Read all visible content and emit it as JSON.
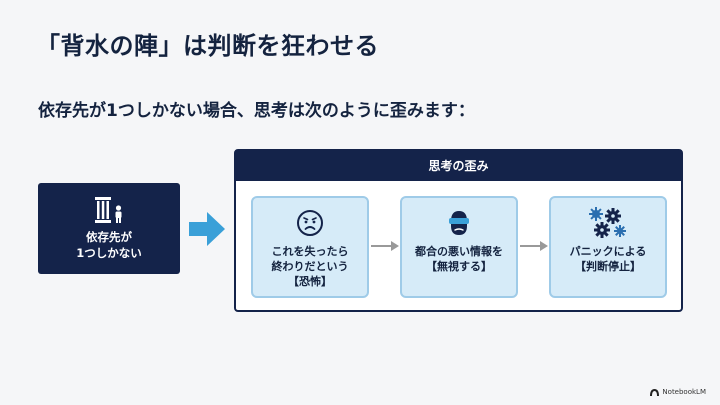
{
  "slide": {
    "title": "「背水の陣」は判断を狂わせる",
    "subtitle": "依存先が1つしかない場合、思考は次のように歪みます："
  },
  "source": {
    "line1": "依存先が",
    "line2": "1つしかない",
    "icons": [
      "pillar-icon",
      "person-icon"
    ]
  },
  "panel": {
    "header": "思考の歪み",
    "steps": [
      {
        "lines": [
          "これを失ったら",
          "終わりだという",
          "【恐怖】"
        ],
        "icon": "worried-face-icon"
      },
      {
        "lines": [
          "都合の悪い情報を",
          "【無視する】"
        ],
        "icon": "blindfolded-head-icon"
      },
      {
        "lines": [
          "パニックによる",
          "【判断停止】"
        ],
        "icon": "gears-icon"
      }
    ]
  },
  "branding": {
    "logo_text": "NotebookLM"
  },
  "colors": {
    "navy": "#14234a",
    "accent_blue": "#3aa0d8",
    "step_fill": "#d6ebf8",
    "step_border": "#9fcbe8"
  }
}
